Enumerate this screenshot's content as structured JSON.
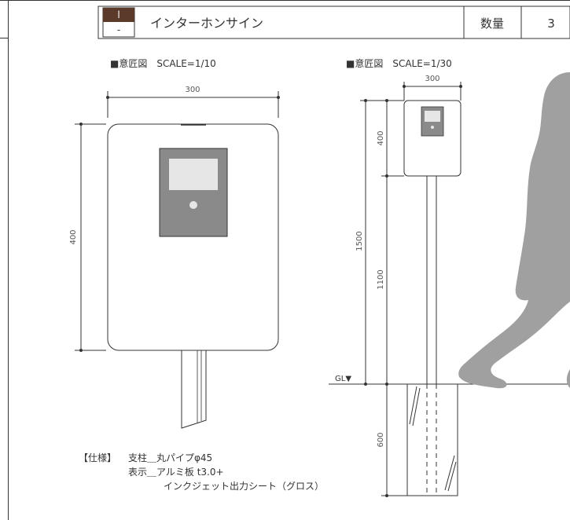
{
  "header": {
    "badge_top": "l",
    "badge_bottom": "-",
    "title": "インターホンサイン",
    "qty_label": "数量",
    "qty_value": "3"
  },
  "left_drawing": {
    "title": "■意匠図　SCALE=1/10",
    "width_label": "300",
    "height_label": "400"
  },
  "right_drawing": {
    "title": "■意匠図　SCALE=1/30",
    "width_label": "300",
    "sign_height_label": "400",
    "total_height_label": "1500",
    "pole_height_label": "1100",
    "foundation_label": "600",
    "ground_label": "GL▼"
  },
  "specs": {
    "heading": "【仕様】",
    "line1": "支柱＿丸パイプφ45",
    "line2": "表示＿アルミ板 t3.0+",
    "line3": "インクジェット出力シート（グロス）"
  },
  "colors": {
    "line": "#333333",
    "panel_gray": "#8a8a8a",
    "silhouette": "#a0a0a0",
    "badge_brown": "#5b3a2a"
  }
}
